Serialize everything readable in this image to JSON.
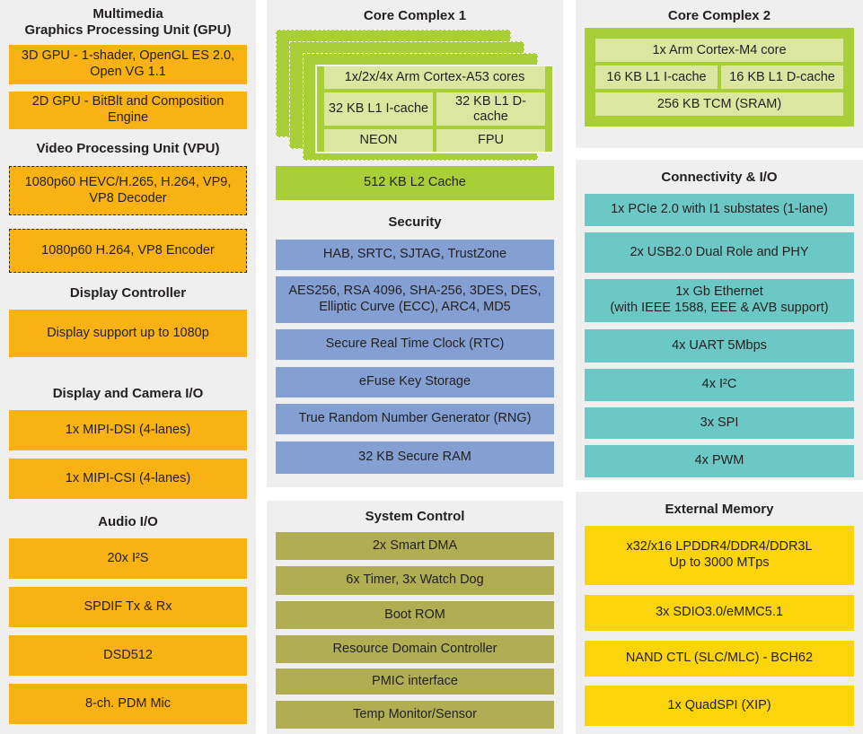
{
  "colors": {
    "panel_bg": "#efefef",
    "multimedia_orange": "#F9B213",
    "external_memory_yellow": "#FBD40A",
    "security_blue": "#84A0D2",
    "system_control_olive": "#AFAE53",
    "connectivity_teal": "#6CC8C5",
    "core_lime": "#A8CE38",
    "core_lime_light": "#DBE7A1",
    "text": "#231f20"
  },
  "left": {
    "title1": "Multimedia",
    "title2": "Graphics Processing Unit (GPU)",
    "gpu1": "3D GPU - 1-shader, OpenGL ES 2.0, Open VG 1.1",
    "gpu2": "2D GPU - BitBlt and Composition Engine",
    "vpu_title": "Video Processing Unit (VPU)",
    "vpu1": "1080p60 HEVC/H.265, H.264, VP9, VP8 Decoder",
    "vpu2": "1080p60 H.264, VP8 Encoder",
    "disp_title": "Display Controller",
    "disp1": "Display support up to 1080p",
    "cam_title": "Display and Camera I/O",
    "cam1": "1x MIPI-DSI (4-lanes)",
    "cam2": "1x MIPI-CSI (4-lanes)",
    "audio_title": "Audio I/O",
    "audio1": "20x I²S",
    "audio2": "SPDIF Tx & Rx",
    "audio3": "DSD512",
    "audio4": "8-ch. PDM Mic"
  },
  "middle": {
    "cc1_title": "Core Complex 1",
    "cc1_cores": "1x/2x/4x Arm Cortex-A53 cores",
    "cc1_icache": "32 KB L1 I-cache",
    "cc1_dcache": "32 KB L1 D-cache",
    "cc1_neon": "NEON",
    "cc1_fpu": "FPU",
    "l2cache": "512 KB L2 Cache",
    "sec_title": "Security",
    "sec1": "HAB, SRTC, SJTAG, TrustZone",
    "sec2": "AES256, RSA 4096, SHA-256, 3DES, DES, Elliptic Curve (ECC), ARC4, MD5",
    "sec3": "Secure Real Time Clock (RTC)",
    "sec4": "eFuse Key Storage",
    "sec5": "True Random Number Generator (RNG)",
    "sec6": "32 KB Secure RAM",
    "sys_title": "System Control",
    "sys1": "2x Smart DMA",
    "sys2": "6x Timer, 3x Watch Dog",
    "sys3": "Boot ROM",
    "sys4": "Resource Domain Controller",
    "sys5": "PMIC interface",
    "sys6": "Temp Monitor/Sensor"
  },
  "right": {
    "cc2_title": "Core Complex 2",
    "cc2_core": "1x Arm Cortex-M4 core",
    "cc2_icache": "16 KB L1 I-cache",
    "cc2_dcache": "16 KB L1 D-cache",
    "cc2_tcm": "256 KB TCM (SRAM)",
    "conn_title": "Connectivity & I/O",
    "conn1": "1x PCIe 2.0 with I1 substates (1-lane)",
    "conn2": "2x USB2.0 Dual Role and PHY",
    "conn3a": "1x Gb Ethernet",
    "conn3b": "(with IEEE 1588, EEE & AVB support)",
    "conn4": "4x UART 5Mbps",
    "conn5": "4x I²C",
    "conn6": "3x SPI",
    "conn7": "4x PWM",
    "mem_title": "External Memory",
    "mem1a": "x32/x16 LPDDR4/DDR4/DDR3L",
    "mem1b": "Up to 3000 MTps",
    "mem2": "3x SDIO3.0/eMMC5.1",
    "mem3": "NAND CTL (SLC/MLC) - BCH62",
    "mem4": "1x QuadSPI (XIP)"
  }
}
